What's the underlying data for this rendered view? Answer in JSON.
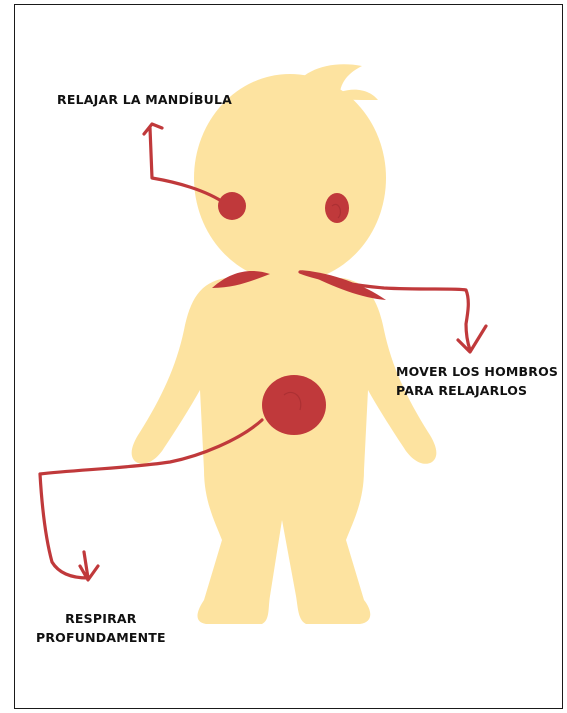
{
  "colors": {
    "body_fill": "#FDE3A0",
    "marker_red": "#C0393B",
    "ink": "#111111"
  },
  "labels": {
    "jaw": "RELAJAR LA MANDÍBULA",
    "shoulders_line1": "MOVER LOS HOMBROS",
    "shoulders_line2": "PARA RELAJARLOS",
    "breath_line1": "RESPIRAR",
    "breath_line2": "PROFUNDAMENTE"
  }
}
